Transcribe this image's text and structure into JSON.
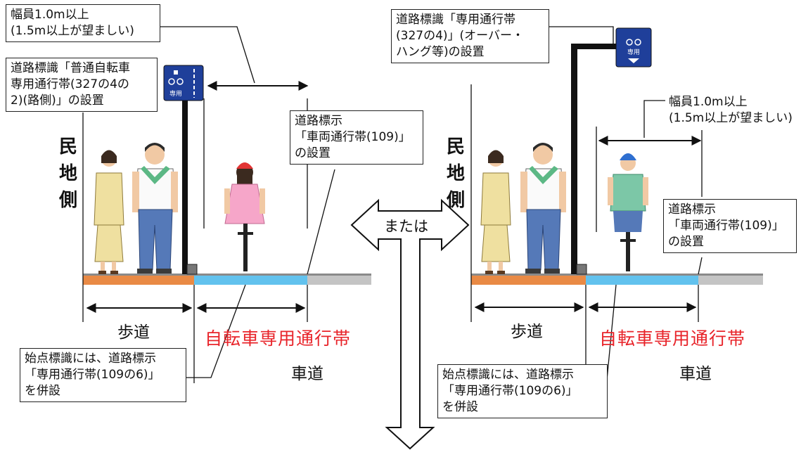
{
  "left": {
    "width_note": [
      "幅員1.0m以上",
      "(1.5m以上が望ましい)"
    ],
    "sign_note": [
      "道路標識「普通自転車",
      "専用通行帯(327の4の",
      "2)(路側)」の設置"
    ],
    "marking_note": [
      "道路標示",
      "「車両通行帯(109)」",
      "の設置"
    ],
    "start_note": [
      "始点標識には、道路標示",
      "「専用通行帯(109の6)」",
      "を併設"
    ],
    "side_label": "民地側",
    "sidewalk": "歩道",
    "bike_lane": "自転車専用通行帯",
    "roadway": "車道",
    "sign_text": "専用"
  },
  "right": {
    "width_note": [
      "幅員1.0m以上",
      "(1.5m以上が望ましい)"
    ],
    "sign_note": [
      "道路標識「専用通行帯",
      "(327の4)」(オーバー・",
      "ハング等)の設置"
    ],
    "marking_note": [
      "道路標示",
      "「車両通行帯(109)」",
      "の設置"
    ],
    "start_note": [
      "始点標識には、道路標示",
      "「専用通行帯(109の6)」",
      "を併設"
    ],
    "side_label": "民地側",
    "sidewalk": "歩道",
    "bike_lane": "自転車専用通行帯",
    "roadway": "車道",
    "sign_text": "専用"
  },
  "center_label": "または",
  "colors": {
    "sidewalk": "#e98a45",
    "bike_lane": "#62c2ee",
    "roadway": "#c4c4c4",
    "road_edge": "#8a8a8a",
    "sign_blue": "#1f3f9a",
    "accent_red": "#e8242a"
  }
}
